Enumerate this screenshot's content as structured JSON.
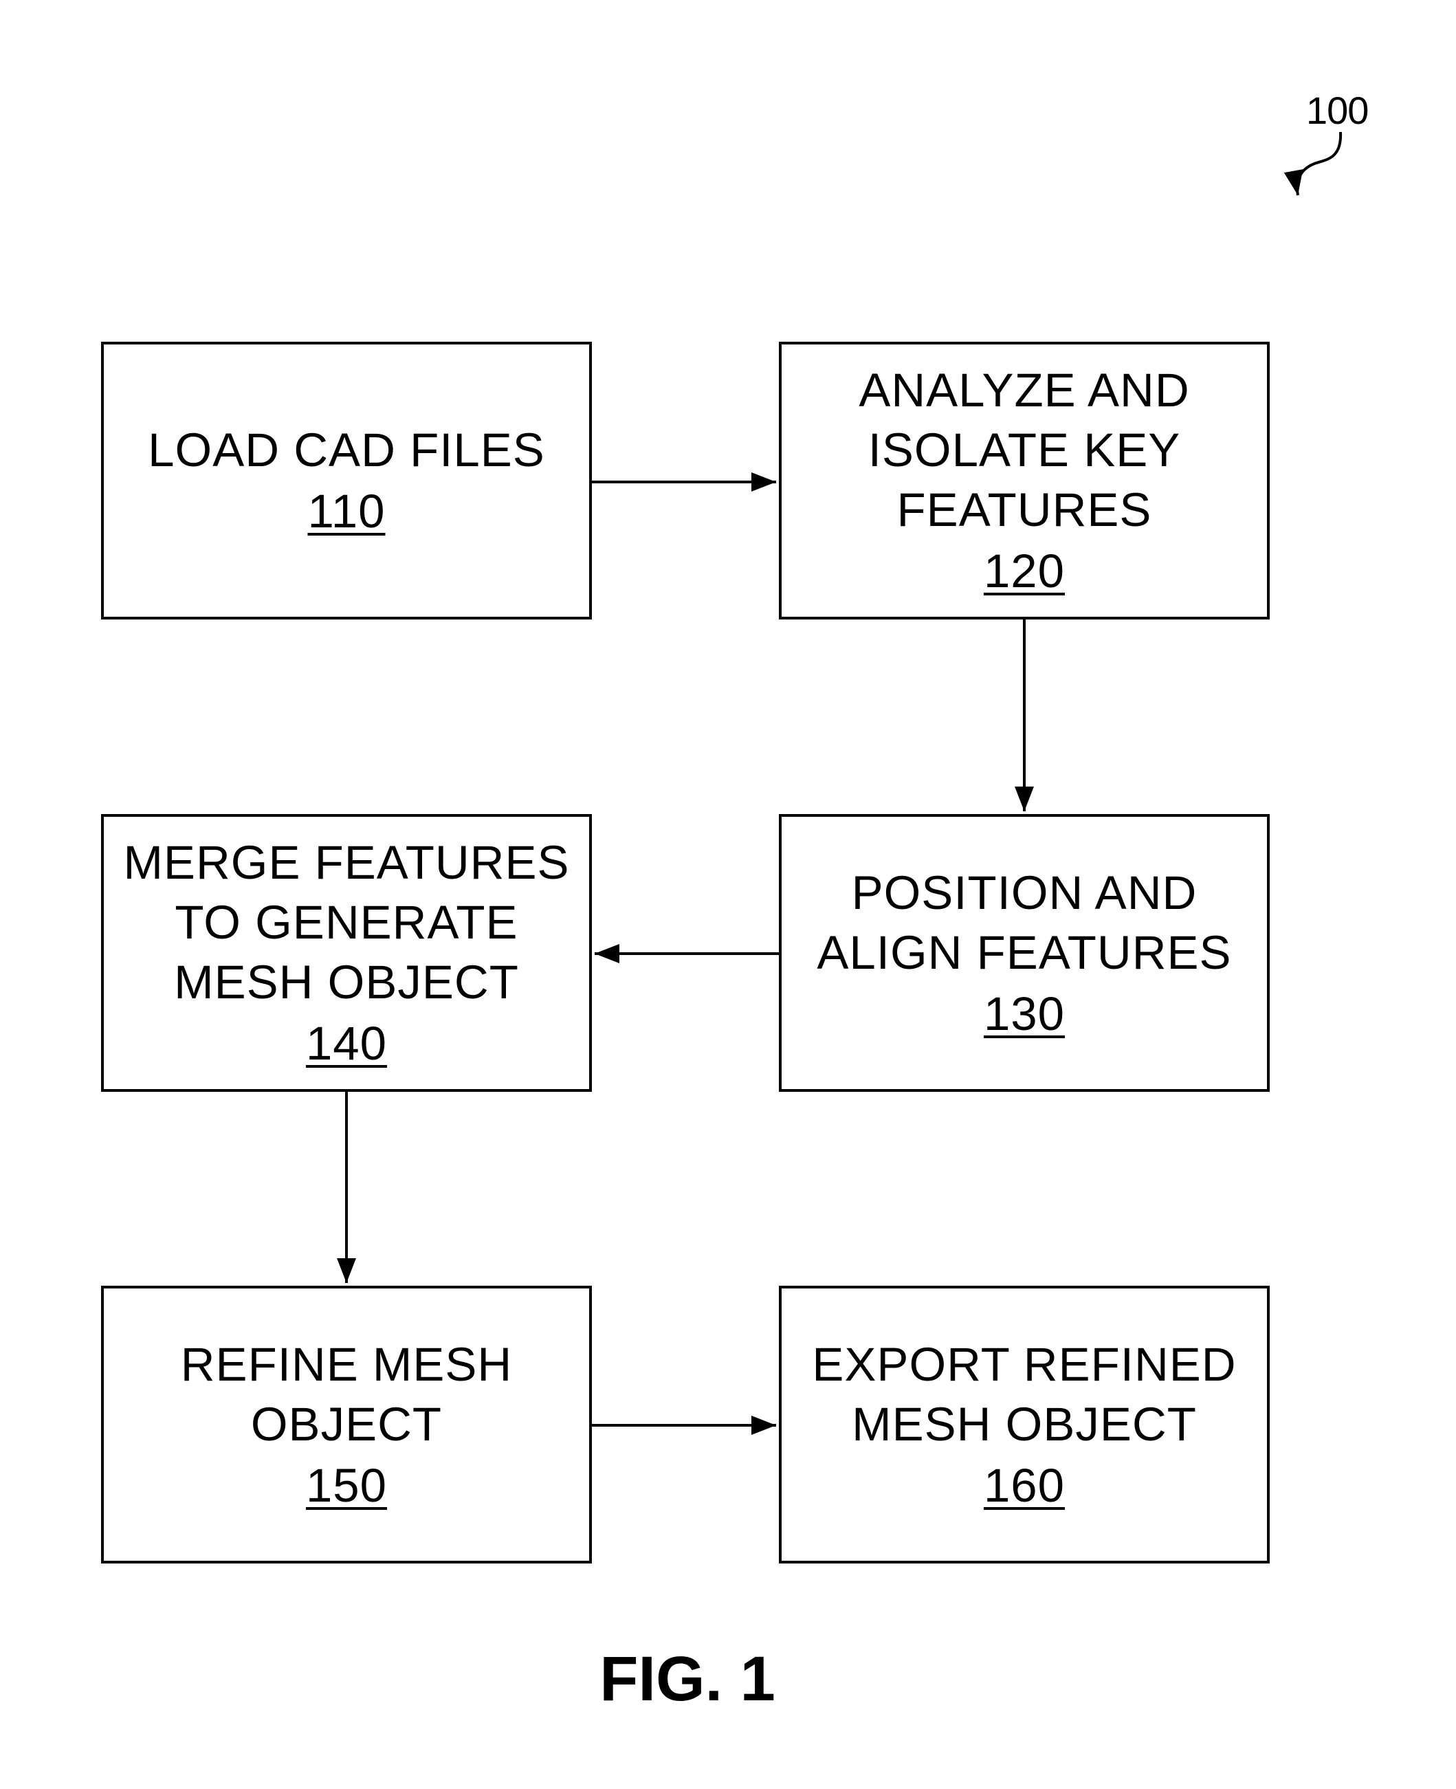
{
  "figure": {
    "reference_numeral": "100",
    "caption": "FIG. 1"
  },
  "steps": [
    {
      "id": "110",
      "label": "LOAD CAD FILES",
      "ref": "110"
    },
    {
      "id": "120",
      "label": "ANALYZE AND\nISOLATE KEY\nFEATURES",
      "ref": "120"
    },
    {
      "id": "130",
      "label": "POSITION AND\nALIGN FEATURES",
      "ref": "130"
    },
    {
      "id": "140",
      "label": "MERGE FEATURES\nTO GENERATE\nMESH OBJECT",
      "ref": "140"
    },
    {
      "id": "150",
      "label": "REFINE MESH\nOBJECT",
      "ref": "150"
    },
    {
      "id": "160",
      "label": "EXPORT REFINED\nMESH OBJECT",
      "ref": "160"
    }
  ],
  "flow": [
    {
      "from": "110",
      "to": "120"
    },
    {
      "from": "120",
      "to": "130"
    },
    {
      "from": "130",
      "to": "140"
    },
    {
      "from": "140",
      "to": "150"
    },
    {
      "from": "150",
      "to": "160"
    }
  ]
}
